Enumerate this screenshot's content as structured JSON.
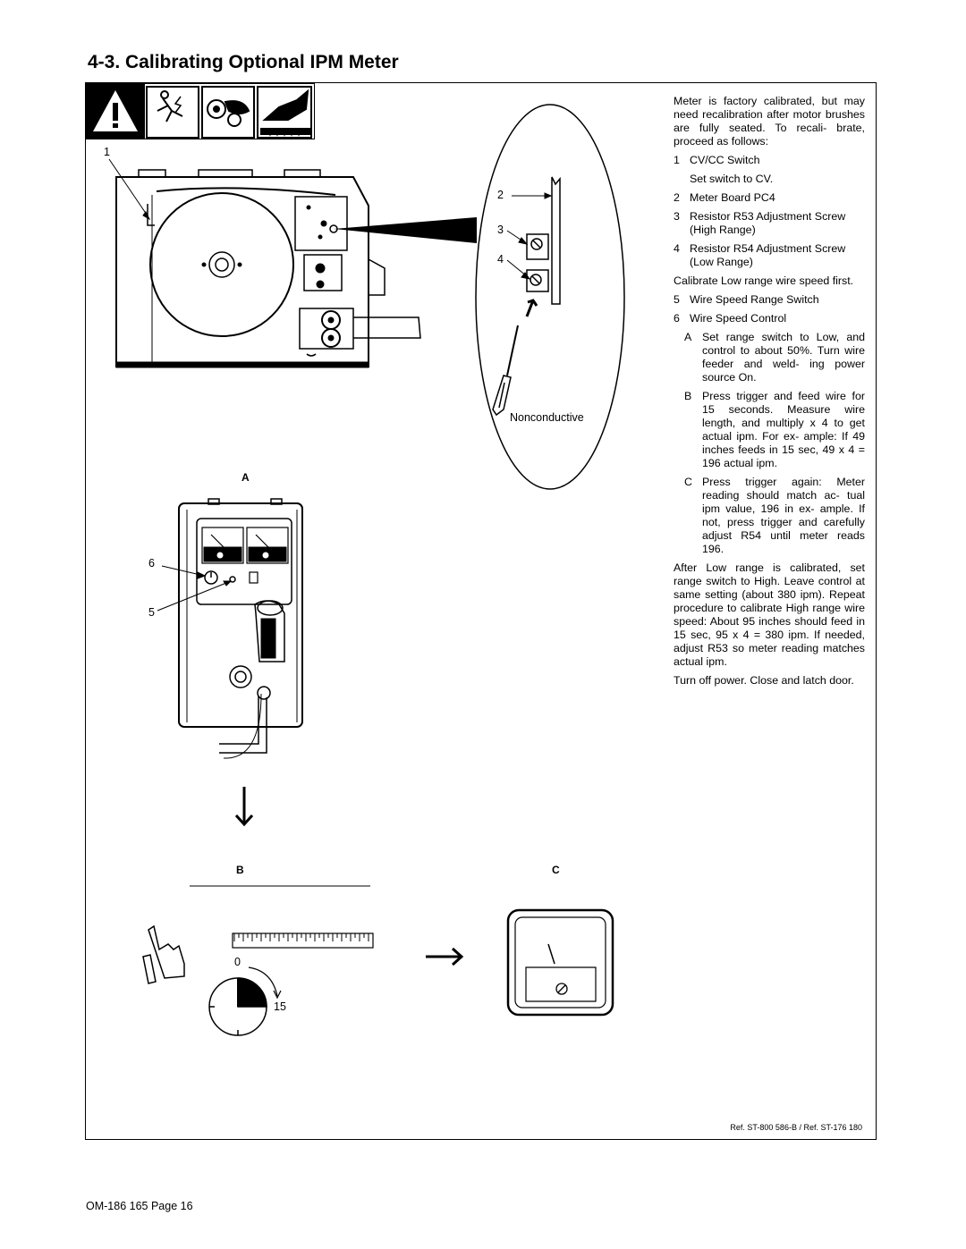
{
  "title": "4-3.   Calibrating Optional IPM Meter",
  "intro": "Meter is factory calibrated, but may need recalibration after motor brushes are fully seated. To recali- brate, proceed as follows:",
  "items": [
    {
      "num": "1",
      "text": "CV/CC Switch"
    },
    {
      "num": "",
      "text": "Set switch to CV."
    },
    {
      "num": "2",
      "text": "Meter Board PC4"
    },
    {
      "num": "3",
      "text": "Resistor R53 Adjustment Screw (High Range)"
    },
    {
      "num": "4",
      "text": "Resistor R54 Adjustment Screw (Low Range)"
    }
  ],
  "calibrate_low": "Calibrate Low range wire speed first.",
  "items2": [
    {
      "num": "5",
      "text": "Wire Speed Range Switch"
    },
    {
      "num": "6",
      "text": "Wire Speed Control"
    }
  ],
  "steps": [
    {
      "letter": "A",
      "text": "Set range switch to Low, and control to about 50%. Turn wire feeder and weld- ing power source On."
    },
    {
      "letter": "B",
      "text": "Press trigger and feed wire for 15 seconds. Measure wire length, and multiply x 4 to get actual ipm. For ex- ample: If 49 inches feeds in 15 sec, 49 x 4 = 196 actual ipm."
    },
    {
      "letter": "C",
      "text": "Press trigger again: Meter reading should match ac- tual ipm value, 196 in ex- ample. If not, press trigger and carefully adjust R54 until meter reads 196."
    }
  ],
  "after_low": "After Low range is calibrated, set range switch to High. Leave control at same setting (about 380 ipm). Repeat procedure to calibrate High range wire speed: About 95 inches should feed in 15 sec, 95 x 4 = 380 ipm. If needed, adjust R53 so meter reading matches actual ipm.",
  "turn_off": "Turn off power. Close and latch door.",
  "figure": {
    "callout_1": "1",
    "callout_2": "2",
    "callout_3": "3",
    "callout_4": "4",
    "callout_5": "5",
    "callout_6": "6",
    "nonconductive": "Nonconductive",
    "label_a": "A",
    "label_b": "B",
    "label_c": "C",
    "timer_0": "0",
    "timer_15": "15"
  },
  "ref": "Ref. ST-800 586-B / Ref. ST-176 180",
  "footer": "OM-186 165 Page 16"
}
